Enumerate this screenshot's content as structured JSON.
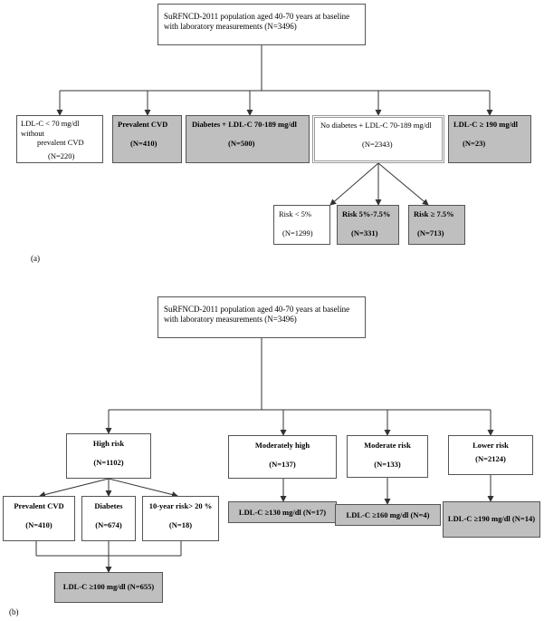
{
  "panel_a": {
    "label": "(a)",
    "root": {
      "line1": "SuRFNCD-2011 population aged 40-70 years at baseline",
      "line2": "with laboratory measurements (N=3496)"
    },
    "groups": [
      {
        "line1": "LDL-C < 70 mg/dl without",
        "line2": "prevalent CVD",
        "n": "(N=220)"
      },
      {
        "label": "Prevalent CVD",
        "n": "(N=410)"
      },
      {
        "label": "Diabetes + LDL-C 70-189 mg/dl",
        "n": "(N=500)"
      },
      {
        "label": "No diabetes + LDL-C 70-189 mg/dl",
        "n": "(N=2343)"
      },
      {
        "label": "LDL-C ≥ 190 mg/dl",
        "n": "(N=23)"
      }
    ],
    "risk": [
      {
        "label": "Risk < 5%",
        "n": "(N=1299)"
      },
      {
        "label": "Risk 5%-7.5%",
        "n": "(N=331)"
      },
      {
        "label": "Risk ≥ 7.5%",
        "n": "(N=713)"
      }
    ]
  },
  "panel_b": {
    "label": "(b)",
    "root": {
      "line1": "SuRFNCD-2011 population aged 40-70 years at baseline",
      "line2": "with laboratory measurements (N=3496)"
    },
    "categories": [
      {
        "label": "High risk",
        "n": "(N=1102)"
      },
      {
        "label": "Moderately high",
        "n": "(N=137)"
      },
      {
        "label": "Moderate risk",
        "n": "(N=133)"
      },
      {
        "label": "Lower risk",
        "n": "(N=2124)"
      }
    ],
    "high_risk_sub": [
      {
        "label": "Prevalent CVD",
        "n": "(N=410)"
      },
      {
        "label": "Diabetes",
        "n": "(N=674)"
      },
      {
        "label": "10-year risk> 20 %",
        "n": "(N=18)"
      }
    ],
    "targets": [
      {
        "label": "LDL-C ≥100 mg/dl (N=655)"
      },
      {
        "label": "LDL-C ≥130 mg/dl (N=17)"
      },
      {
        "label": "LDL-C ≥160 mg/dl (N=4)"
      },
      {
        "label": "LDL-C ≥190 mg/dl (N=14)"
      }
    ]
  }
}
